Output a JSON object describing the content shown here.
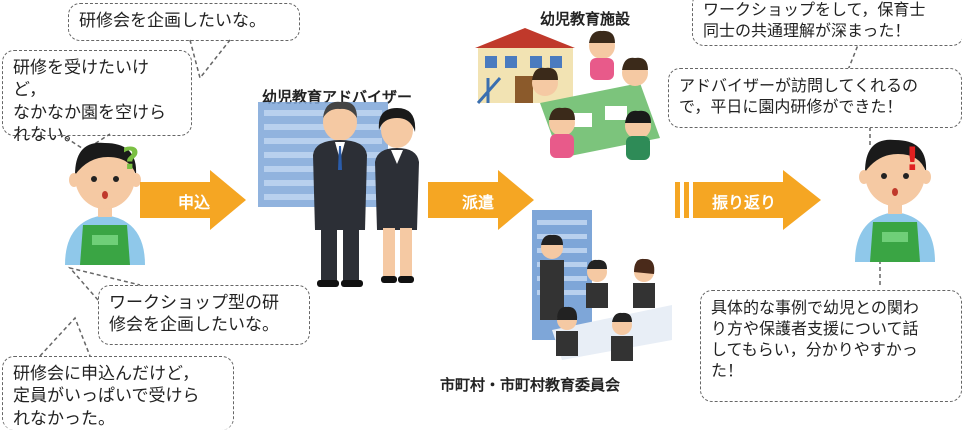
{
  "left": {
    "bubble_top": "研修会を企画したいな。",
    "bubble_mid": "研修を受けたいけど，\nなかなか園を空けら\nれない。",
    "bubble_lower": "ワークショップ型の研\n修会を企画したいな。",
    "bubble_bottom": "研修会に申込んだけど，\n定員がいっぱいで受けら\nれなかった。",
    "question_mark": "?"
  },
  "arrows": {
    "apply": "申込",
    "dispatch": "派遣",
    "reflection": "振り返り"
  },
  "center": {
    "advisor_label": "幼児教育アドバイザー"
  },
  "facilities": {
    "kindergarten_label": "幼児教育施設",
    "municipality_label": "市町村・市町村教育委員会"
  },
  "right": {
    "bubble_top": "ワークショップをして，保育士\n同士の共通理解が深まった！",
    "bubble_mid": "アドバイザーが訪問してくれるの\nで，平日に園内研修ができた！",
    "bubble_bottom": "具体的な事例で幼児との関わ\nり方や保護者支援について話\nしてもらい，分かりやすかっ\nた！",
    "exclaim_mark": "!"
  },
  "colors": {
    "arrow": "#f5a623",
    "apron": "#3aa544",
    "shirt": "#8fc8ea",
    "hair": "#1a1a1a",
    "building_blue": "#7ea6d8"
  }
}
